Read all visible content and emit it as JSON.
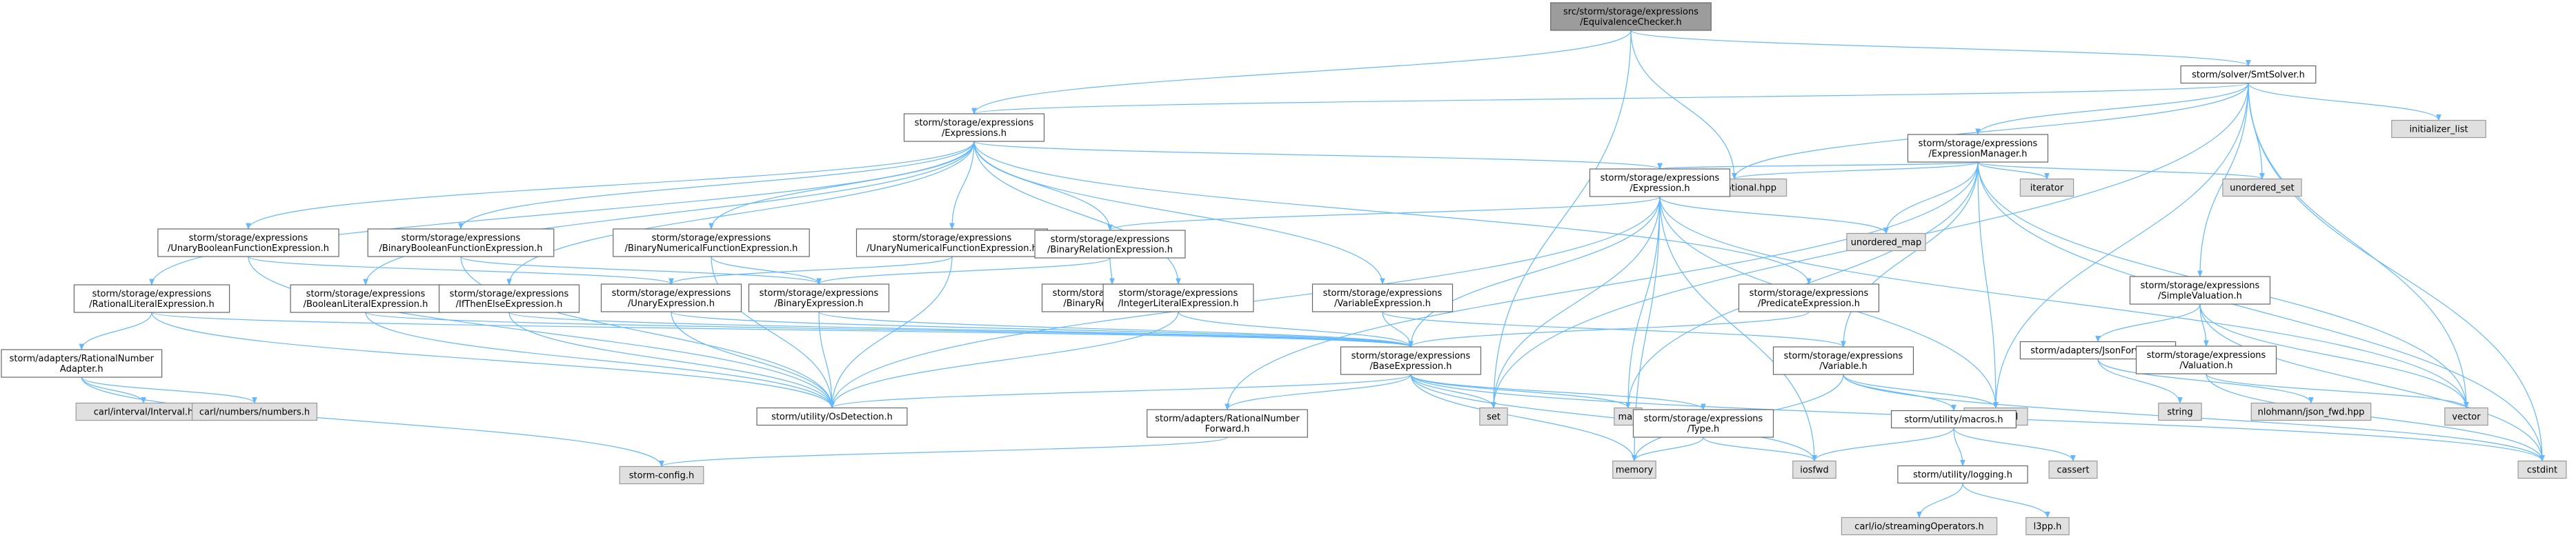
{
  "nodes": [
    {
      "id": "n0",
      "lines": [
        "src/storm/storage/expressions",
        "/EquivalenceChecker.h"
      ],
      "kind": "root"
    },
    {
      "id": "n1",
      "lines": [
        "storm/solver/SmtSolver.h"
      ],
      "kind": "file"
    },
    {
      "id": "n2",
      "lines": [
        "storm/storage/expressions",
        "/Expressions.h"
      ],
      "kind": "file"
    },
    {
      "id": "n3",
      "lines": [
        "storm/storage/expressions",
        "/ExpressionManager.h"
      ],
      "kind": "file"
    },
    {
      "id": "n4",
      "lines": [
        "boost/optional.hpp"
      ],
      "kind": "sys"
    },
    {
      "id": "n5",
      "lines": [
        "initializer_list"
      ],
      "kind": "sys"
    },
    {
      "id": "n6",
      "lines": [
        "iterator"
      ],
      "kind": "sys"
    },
    {
      "id": "n7",
      "lines": [
        "unordered_set"
      ],
      "kind": "sys"
    },
    {
      "id": "n8",
      "lines": [
        "storm/storage/expressions",
        "/Expression.h"
      ],
      "kind": "file"
    },
    {
      "id": "n9",
      "lines": [
        "unordered_map"
      ],
      "kind": "sys"
    },
    {
      "id": "n10",
      "lines": [
        "storm/storage/expressions",
        "/UnaryBooleanFunctionExpression.h"
      ],
      "kind": "file"
    },
    {
      "id": "n11",
      "lines": [
        "storm/storage/expressions",
        "/BinaryBooleanFunctionExpression.h"
      ],
      "kind": "file"
    },
    {
      "id": "n12",
      "lines": [
        "storm/storage/expressions",
        "/BinaryNumericalFunctionExpression.h"
      ],
      "kind": "file"
    },
    {
      "id": "n13",
      "lines": [
        "storm/storage/expressions",
        "/UnaryNumericalFunctionExpression.h"
      ],
      "kind": "file"
    },
    {
      "id": "n14",
      "lines": [
        "storm/storage/expressions",
        "/BinaryRelationExpression.h"
      ],
      "kind": "file"
    },
    {
      "id": "n15",
      "lines": [
        "storm/storage/expressions",
        "/RationalLiteralExpression.h"
      ],
      "kind": "file"
    },
    {
      "id": "n16",
      "lines": [
        "storm/storage/expressions",
        "/BooleanLiteralExpression.h"
      ],
      "kind": "file"
    },
    {
      "id": "n17",
      "lines": [
        "storm/storage/expressions",
        "/IfThenElseExpression.h"
      ],
      "kind": "file"
    },
    {
      "id": "n18",
      "lines": [
        "storm/storage/expressions",
        "/UnaryExpression.h"
      ],
      "kind": "file"
    },
    {
      "id": "n19",
      "lines": [
        "storm/storage/expressions",
        "/BinaryExpression.h"
      ],
      "kind": "file"
    },
    {
      "id": "n20",
      "lines": [
        "storm/storage/expressions",
        "/BinaryRelationType.h"
      ],
      "kind": "file"
    },
    {
      "id": "n21",
      "lines": [
        "storm/storage/expressions",
        "/IntegerLiteralExpression.h"
      ],
      "kind": "file"
    },
    {
      "id": "n22",
      "lines": [
        "storm/storage/expressions",
        "/VariableExpression.h"
      ],
      "kind": "file"
    },
    {
      "id": "n23",
      "lines": [
        "storm/storage/expressions",
        "/PredicateExpression.h"
      ],
      "kind": "file"
    },
    {
      "id": "n24",
      "lines": [
        "storm/storage/expressions",
        "/SimpleValuation.h"
      ],
      "kind": "file"
    },
    {
      "id": "n25",
      "lines": [
        "storm/adapters/RationalNumber",
        "Adapter.h"
      ],
      "kind": "file"
    },
    {
      "id": "n26",
      "lines": [
        "storm/storage/expressions",
        "/BaseExpression.h"
      ],
      "kind": "file"
    },
    {
      "id": "n27",
      "lines": [
        "storm/storage/expressions",
        "/Variable.h"
      ],
      "kind": "file"
    },
    {
      "id": "n28",
      "lines": [
        "storm/adapters/JsonForward.h"
      ],
      "kind": "file"
    },
    {
      "id": "n29",
      "lines": [
        "storm/storage/expressions",
        "/Valuation.h"
      ],
      "kind": "file"
    },
    {
      "id": "n30",
      "lines": [
        "carl/interval/Interval.h"
      ],
      "kind": "sys"
    },
    {
      "id": "n31",
      "lines": [
        "carl/numbers/numbers.h"
      ],
      "kind": "sys"
    },
    {
      "id": "n32",
      "lines": [
        "storm/utility/OsDetection.h"
      ],
      "kind": "file"
    },
    {
      "id": "n33",
      "lines": [
        "set"
      ],
      "kind": "sys"
    },
    {
      "id": "n34",
      "lines": [
        "map"
      ],
      "kind": "sys"
    },
    {
      "id": "n35",
      "lines": [
        "functional"
      ],
      "kind": "sys"
    },
    {
      "id": "n36",
      "lines": [
        "string"
      ],
      "kind": "sys"
    },
    {
      "id": "n37",
      "lines": [
        "nlohmann/json_fwd.hpp"
      ],
      "kind": "sys"
    },
    {
      "id": "n38",
      "lines": [
        "vector"
      ],
      "kind": "sys"
    },
    {
      "id": "n39",
      "lines": [
        "storm/adapters/RationalNumber",
        "Forward.h"
      ],
      "kind": "file"
    },
    {
      "id": "n40",
      "lines": [
        "storm/storage/expressions",
        "/Type.h"
      ],
      "kind": "file"
    },
    {
      "id": "n41",
      "lines": [
        "storm/utility/macros.h"
      ],
      "kind": "file"
    },
    {
      "id": "n42",
      "lines": [
        "storm-config.h"
      ],
      "kind": "sys"
    },
    {
      "id": "n43",
      "lines": [
        "memory"
      ],
      "kind": "sys"
    },
    {
      "id": "n44",
      "lines": [
        "iosfwd"
      ],
      "kind": "sys"
    },
    {
      "id": "n45",
      "lines": [
        "cassert"
      ],
      "kind": "sys"
    },
    {
      "id": "n46",
      "lines": [
        "cstdint"
      ],
      "kind": "sys"
    },
    {
      "id": "n47",
      "lines": [
        "storm/utility/logging.h"
      ],
      "kind": "file"
    },
    {
      "id": "n48",
      "lines": [
        "carl/io/streamingOperators.h"
      ],
      "kind": "sys"
    },
    {
      "id": "n49",
      "lines": [
        "l3pp.h"
      ],
      "kind": "sys"
    }
  ],
  "edges": [
    [
      "n0",
      "n1"
    ],
    [
      "n0",
      "n2"
    ],
    [
      "n0",
      "n4"
    ],
    [
      "n0",
      "n33"
    ],
    [
      "n1",
      "n2"
    ],
    [
      "n1",
      "n3"
    ],
    [
      "n1",
      "n4"
    ],
    [
      "n1",
      "n5"
    ],
    [
      "n1",
      "n7"
    ],
    [
      "n1",
      "n24"
    ],
    [
      "n1",
      "n35"
    ],
    [
      "n1",
      "n38"
    ],
    [
      "n1",
      "n46"
    ],
    [
      "n1",
      "n33"
    ],
    [
      "n2",
      "n8"
    ],
    [
      "n2",
      "n10"
    ],
    [
      "n2",
      "n11"
    ],
    [
      "n2",
      "n12"
    ],
    [
      "n2",
      "n13"
    ],
    [
      "n2",
      "n14"
    ],
    [
      "n2",
      "n15"
    ],
    [
      "n2",
      "n16"
    ],
    [
      "n2",
      "n17"
    ],
    [
      "n2",
      "n21"
    ],
    [
      "n2",
      "n22"
    ],
    [
      "n2",
      "n23"
    ],
    [
      "n3",
      "n8"
    ],
    [
      "n3",
      "n27"
    ],
    [
      "n3",
      "n4"
    ],
    [
      "n3",
      "n6"
    ],
    [
      "n3",
      "n7"
    ],
    [
      "n3",
      "n9"
    ],
    [
      "n3",
      "n35"
    ],
    [
      "n3",
      "n38"
    ],
    [
      "n3",
      "n46"
    ],
    [
      "n3",
      "n34"
    ],
    [
      "n3",
      "n39"
    ],
    [
      "n8",
      "n26"
    ],
    [
      "n8",
      "n14"
    ],
    [
      "n8",
      "n9"
    ],
    [
      "n8",
      "n34"
    ],
    [
      "n8",
      "n43"
    ],
    [
      "n8",
      "n38"
    ],
    [
      "n8",
      "n33"
    ],
    [
      "n8",
      "n44"
    ],
    [
      "n8",
      "n35"
    ],
    [
      "n8",
      "n32"
    ],
    [
      "n10",
      "n18"
    ],
    [
      "n10",
      "n32"
    ],
    [
      "n11",
      "n19"
    ],
    [
      "n11",
      "n32"
    ],
    [
      "n12",
      "n19"
    ],
    [
      "n12",
      "n32"
    ],
    [
      "n13",
      "n18"
    ],
    [
      "n13",
      "n32"
    ],
    [
      "n14",
      "n19"
    ],
    [
      "n14",
      "n20"
    ],
    [
      "n15",
      "n25"
    ],
    [
      "n15",
      "n26"
    ],
    [
      "n15",
      "n32"
    ],
    [
      "n16",
      "n26"
    ],
    [
      "n16",
      "n32"
    ],
    [
      "n17",
      "n26"
    ],
    [
      "n17",
      "n32"
    ],
    [
      "n18",
      "n26"
    ],
    [
      "n18",
      "n32"
    ],
    [
      "n19",
      "n26"
    ],
    [
      "n19",
      "n32"
    ],
    [
      "n21",
      "n26"
    ],
    [
      "n21",
      "n32"
    ],
    [
      "n22",
      "n26"
    ],
    [
      "n22",
      "n27"
    ],
    [
      "n23",
      "n26"
    ],
    [
      "n24",
      "n28"
    ],
    [
      "n24",
      "n29"
    ],
    [
      "n24",
      "n38"
    ],
    [
      "n24",
      "n46"
    ],
    [
      "n25",
      "n30"
    ],
    [
      "n25",
      "n31"
    ],
    [
      "n25",
      "n42"
    ],
    [
      "n26",
      "n32"
    ],
    [
      "n26",
      "n33"
    ],
    [
      "n26",
      "n34"
    ],
    [
      "n26",
      "n39"
    ],
    [
      "n26",
      "n40"
    ],
    [
      "n26",
      "n43"
    ],
    [
      "n26",
      "n44"
    ],
    [
      "n26",
      "n46"
    ],
    [
      "n27",
      "n35"
    ],
    [
      "n27",
      "n41"
    ],
    [
      "n27",
      "n43"
    ],
    [
      "n27",
      "n46"
    ],
    [
      "n28",
      "n36"
    ],
    [
      "n28",
      "n37"
    ],
    [
      "n29",
      "n38"
    ],
    [
      "n29",
      "n46"
    ],
    [
      "n39",
      "n42"
    ],
    [
      "n40",
      "n43"
    ],
    [
      "n40",
      "n44"
    ],
    [
      "n41",
      "n45"
    ],
    [
      "n41",
      "n44"
    ],
    [
      "n41",
      "n47"
    ],
    [
      "n47",
      "n48"
    ],
    [
      "n47",
      "n49"
    ]
  ]
}
